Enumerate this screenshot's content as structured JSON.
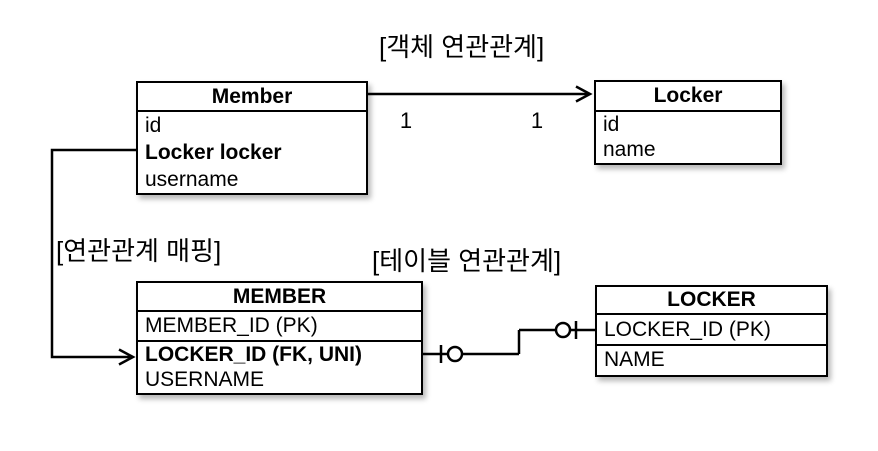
{
  "page": {
    "background": "#ffffff",
    "line_color": "#000000"
  },
  "object_diagram": {
    "title": "[객체 연관관계]",
    "member_class": {
      "title": "Member",
      "fields": [
        {
          "label": "id",
          "bold": false
        },
        {
          "label": "Locker locker",
          "bold": true
        },
        {
          "label": "username",
          "bold": false
        }
      ]
    },
    "locker_class": {
      "title": "Locker",
      "fields": [
        {
          "label": "id",
          "bold": false
        },
        {
          "label": "name",
          "bold": false
        }
      ]
    },
    "association": {
      "multiplicity_member_side": "1",
      "multiplicity_locker_side": "1"
    }
  },
  "mapping": {
    "label": "[연관관계 매핑]"
  },
  "table_diagram": {
    "title": "[테이블 연관관계]",
    "member_table": {
      "title": "MEMBER",
      "pk_column": "MEMBER_ID (PK)",
      "columns": [
        {
          "label": "LOCKER_ID (FK, UNI)",
          "bold": true
        },
        {
          "label": "USERNAME",
          "bold": false
        }
      ]
    },
    "locker_table": {
      "title": "LOCKER",
      "pk_column": "LOCKER_ID (PK)",
      "columns": [
        {
          "label": "NAME",
          "bold": false
        }
      ]
    }
  }
}
